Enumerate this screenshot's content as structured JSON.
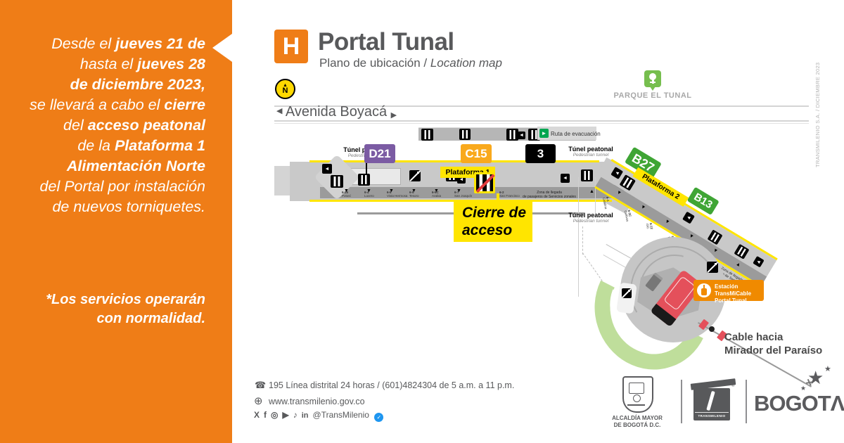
{
  "sidebar": {
    "bg": "#EF7D17",
    "lines": [
      [
        {
          "t": "Desde el ",
          "b": 0
        },
        {
          "t": "jueves 21 de",
          "b": 1
        }
      ],
      [
        {
          "t": "hasta el ",
          "b": 0
        },
        {
          "t": "jueves 28",
          "b": 1
        }
      ],
      [
        {
          "t": "de diciembre 2023,",
          "b": 1
        }
      ],
      [
        {
          "t": "se llevará a cabo el ",
          "b": 0
        },
        {
          "t": "cierre",
          "b": 1
        }
      ],
      [
        {
          "t": "del ",
          "b": 0
        },
        {
          "t": "acceso peatonal",
          "b": 1
        }
      ],
      [
        {
          "t": "de la ",
          "b": 0
        },
        {
          "t": "Plataforma 1",
          "b": 1
        }
      ],
      [
        {
          "t": "Alimentación Norte",
          "b": 1
        }
      ],
      [
        {
          "t": "del Portal por instalación",
          "b": 0
        }
      ],
      [
        {
          "t": "de nuevos torniquetes.",
          "b": 0
        }
      ]
    ],
    "note": [
      "*Los servicios operarán",
      "con normalidad."
    ]
  },
  "header": {
    "letter": "H",
    "title": "Portal Tunal",
    "subtitle_es": "Plano de ubicación",
    "subtitle_sep": " / ",
    "subtitle_en": "Location map",
    "credit": "TRANSMILENIO S.A. / DICIEMBRE 2023"
  },
  "map": {
    "north": "N",
    "avenue": "Avenida Boyacá",
    "park": "PARQUE EL TUNAL",
    "evacuation": "Ruta de evacuación",
    "tunnel_es": "Túnel peatonal",
    "tunnel_en": "Pedestrian tunnel",
    "badge_d21": "D21",
    "badge_c15": "C15",
    "badge_3": "3",
    "badge_b27": "B27",
    "badge_b13": "B13",
    "plataforma1": "Plataforma 1",
    "plataforma2": "Plataforma 2",
    "cierre_l1": "Cierre de",
    "cierre_l2": "acceso",
    "zona_l1": "Zona de llegada",
    "zona_l2": "de pasajeros de Servicios zonales",
    "bays1": [
      {
        "code": "6-25",
        "name": "Potosí"
      },
      {
        "code": "6-4",
        "name": "Lucero"
      },
      {
        "code": "6-8",
        "name": "Vista Hermosa"
      },
      {
        "code": "6-5",
        "name": "Tesoro"
      },
      {
        "code": "6-5C",
        "name": "Arabia"
      },
      {
        "code": "6-7",
        "name": "San Joaquín"
      },
      {
        "code": "6-2",
        "name": "San Francisco"
      }
    ],
    "bays2": [
      {
        "code": "6-1",
        "name": "Catalina"
      },
      {
        "code": "6-3C",
        "name": "Cultivos"
      },
      {
        "code": "6-12",
        "name": "ISC"
      },
      {
        "code": "6-2",
        "name": "Mochuelo"
      },
      {
        "code": "6-3",
        "name": "Sierra Morena"
      },
      {
        "code": "6-6",
        "name": "San José"
      }
    ],
    "cable_station_l1": "Estación TransMiCable",
    "cable_station_l2": "Portal Tunal",
    "cable_dest_l1": "Cable hacia",
    "cable_dest_l2": "Mirador del Paraíso"
  },
  "footer": {
    "phone": "195 Línea distrital 24 horas / (601)4824304 de 5 a.m. a 11 p.m.",
    "website": "www.transmilenio.gov.co",
    "social_handle": "@TransMilenio",
    "logo_alcaldia_l1": "ALCALDÍA MAYOR",
    "logo_alcaldia_l2": "DE BOGOTÁ D.C.",
    "logo_transmilenio": "TRANSMILENIO",
    "logo_bogota": "BOGOT",
    "logo_bogota_caret": "Λ",
    "registered": "®"
  },
  "icons": {
    "north_arrow": "▲",
    "left": "◀",
    "right": "▶",
    "down": "▼",
    "up": "▲",
    "person": "◄",
    "runner": "►",
    "phone": "☎",
    "globe": "⊕",
    "x": "X",
    "facebook": "f",
    "instagram": "◎",
    "youtube": "▶",
    "tiktok": "♪",
    "linkedin": "in",
    "check": "✓",
    "star": "★"
  }
}
